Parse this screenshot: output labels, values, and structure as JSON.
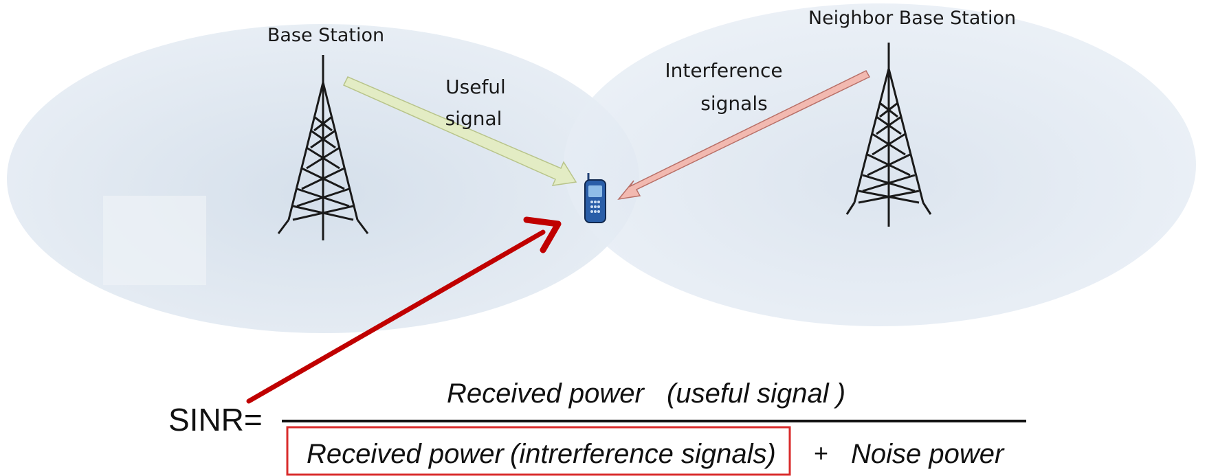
{
  "labels": {
    "base_station": "Base Station",
    "neighbor_base_station": "Neighbor Base Station",
    "useful_signal_line1": "Useful",
    "useful_signal_line2": "signal",
    "interference_line1": "Interference",
    "interference_line2": "signals"
  },
  "formula": {
    "lhs": "SINR=",
    "numerator_a": "Received power",
    "numerator_b": "(useful signal )",
    "denominator_a": "Received power",
    "denominator_b": "(intrerference signals)",
    "plus": "+",
    "denominator_c": "Noise power"
  },
  "colors": {
    "cell_fill": "#dde6f0",
    "useful_arrow": "#e3ecc4",
    "interference_arrow": "#f2b9b0",
    "pointer_arrow": "#c00000",
    "highlight_box": "#d92b2b",
    "phone": "#2a5ea8"
  },
  "icons": {
    "tower": "lattice-tower-icon",
    "phone": "mobile-phone-icon"
  }
}
